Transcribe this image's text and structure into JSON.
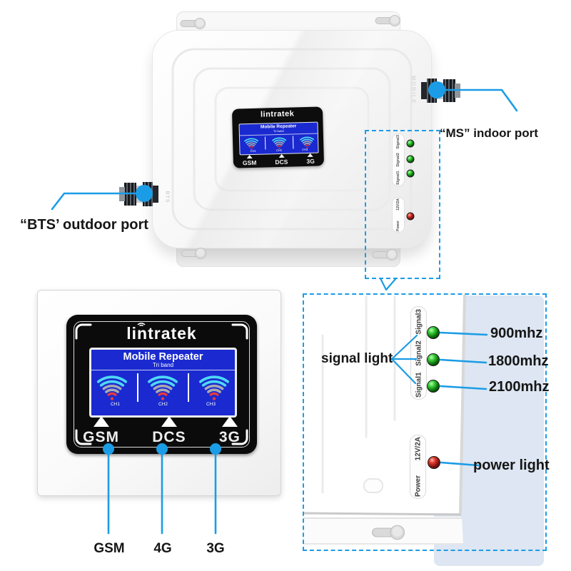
{
  "colors": {
    "callout_blue": "#1b9ce6",
    "lcd_blue": "#1a2ad0",
    "backdrop_blue": "#dde6f2",
    "fan_cyan": "#4ed9f4",
    "fan_gray": "#a9abb2",
    "fan_red": "#ea3a3a"
  },
  "brand": {
    "logo": "lintratek"
  },
  "screen": {
    "title": "Mobile Repeater",
    "subtitle": "Tri band",
    "channels": [
      {
        "ch": "CH1",
        "band": "GSM"
      },
      {
        "ch": "CH2",
        "band": "DCS"
      },
      {
        "ch": "CH3",
        "band": "3G"
      }
    ]
  },
  "device": {
    "embossed_right": "MOBILE",
    "embossed_left": "BTS",
    "strip": {
      "signals": [
        "Signal1",
        "Signal2",
        "Signal3"
      ],
      "power": "Power",
      "power_rating": "12V/2A"
    }
  },
  "callouts": {
    "ms_port": "“MS” indoor port",
    "bts_port": "“BTS’ outdoor port",
    "signal_light": "signal light",
    "power_light": "power light"
  },
  "led_rows": [
    {
      "label": "Signal3",
      "freq": "900mhz"
    },
    {
      "label": "Signal2",
      "freq": "1800mhz"
    },
    {
      "label": "Signal1",
      "freq": "2100mhz"
    }
  ],
  "bottom_bands": [
    "GSM",
    "4G",
    "3G"
  ]
}
